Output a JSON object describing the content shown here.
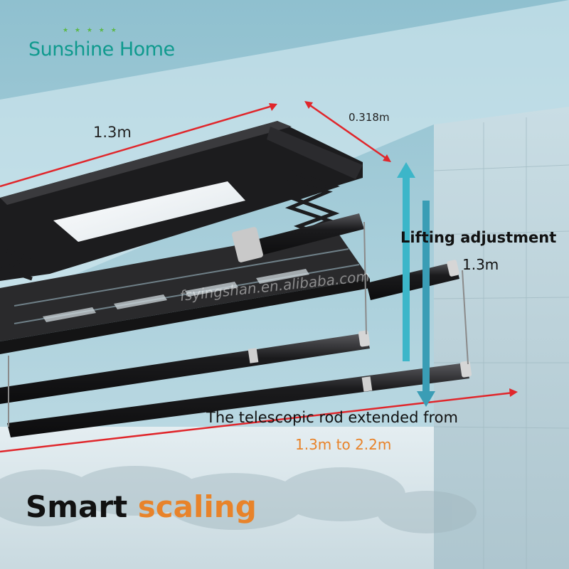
{
  "brand": {
    "name": "Sunshine Home",
    "logo_stars": "★ ★ ★ ★ ★"
  },
  "dimensions": {
    "width": "1.3m",
    "depth": "0.318m"
  },
  "lifting": {
    "label": "Lifting adjustment",
    "value": "1.3m"
  },
  "telescopic": {
    "label": "The telescopic rod extended from",
    "value": "1.3m to 2.2m"
  },
  "watermark": "fsyingshan.en.alibaba.com",
  "headline": {
    "word1": "Smart",
    "word2": "scaling"
  },
  "colors": {
    "brand": "#0f9a8e",
    "accent": "#e8832a",
    "dimension_line": "#e0262b",
    "lift_arrow": "#3cb6c9",
    "frame": "#1a1a1c"
  }
}
